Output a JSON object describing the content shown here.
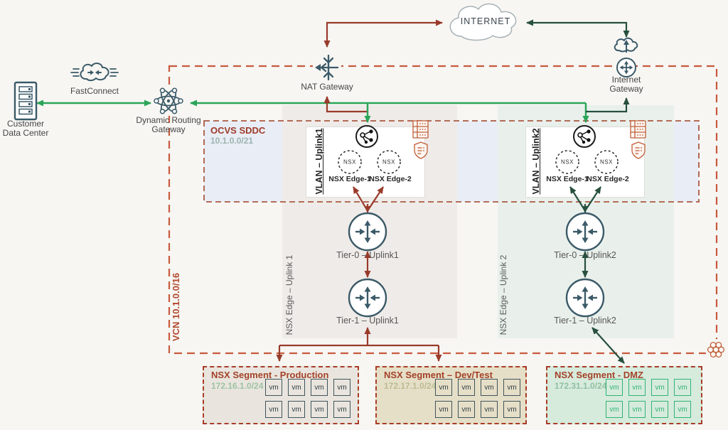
{
  "colors": {
    "bright_green": "#2aa558",
    "dark_green": "#27503e",
    "brick_red": "#993b2b",
    "vcn_border_orange": "#c85a3c",
    "slate_icon": "#3b5a68",
    "orange_icon": "#bf5f3a"
  },
  "external": {
    "customer_dc": {
      "line1": "Customer",
      "line2": "Data Center"
    },
    "fastconnect_label": "FastConnect",
    "internet_label": "INTERNET"
  },
  "gateways": {
    "drg": {
      "line1": "Dynamic Routing",
      "line2": "Gateway"
    },
    "nat_label": "NAT Gateway",
    "igw": {
      "line1": "Internet",
      "line2": "Gateway"
    }
  },
  "vcn_label": "VCN 10.1.0.0/16",
  "sddc": {
    "title": "OCVS SDDC",
    "cidr": "10.1.0.0/21"
  },
  "uplinks": [
    {
      "vlan_label": "VLAN – Uplink1",
      "nsx_badge1": "NSX",
      "nsx_badge2": "NSX",
      "edge1": "NSX Edge-1",
      "edge2": "NSX Edge-2",
      "tier0": "Tier-0 – Uplink1",
      "tier1": "Tier-1 – Uplink1",
      "pod_label": "NSX Edge – Uplink 1"
    },
    {
      "vlan_label": "VLAN – Uplink2",
      "nsx_badge1": "NSX",
      "nsx_badge2": "NSX",
      "edge1": "NSX Edge-1",
      "edge2": "NSX Edge-2",
      "tier0": "Tier-0 – Uplink2",
      "tier1": "Tier-1 – Uplink2",
      "pod_label": "NSX Edge – Uplink 2"
    }
  ],
  "segments": [
    {
      "title": "NSX Segment - Production",
      "cidr": "172.16.1.0/24",
      "cidr_color": "#9fc2a4",
      "vm_label": "vm",
      "vm_count": 8
    },
    {
      "title": "NSX Segment – Dev/Test",
      "cidr": "172.17.1.0/24",
      "cidr_color": "#b9bd92",
      "vm_label": "vm",
      "vm_count": 8
    },
    {
      "title": "NSX Segment - DMZ",
      "cidr": "172.31.1.0/24",
      "cidr_color": "#8fbfa0",
      "vm_label": "vm",
      "vm_count": 8
    }
  ]
}
